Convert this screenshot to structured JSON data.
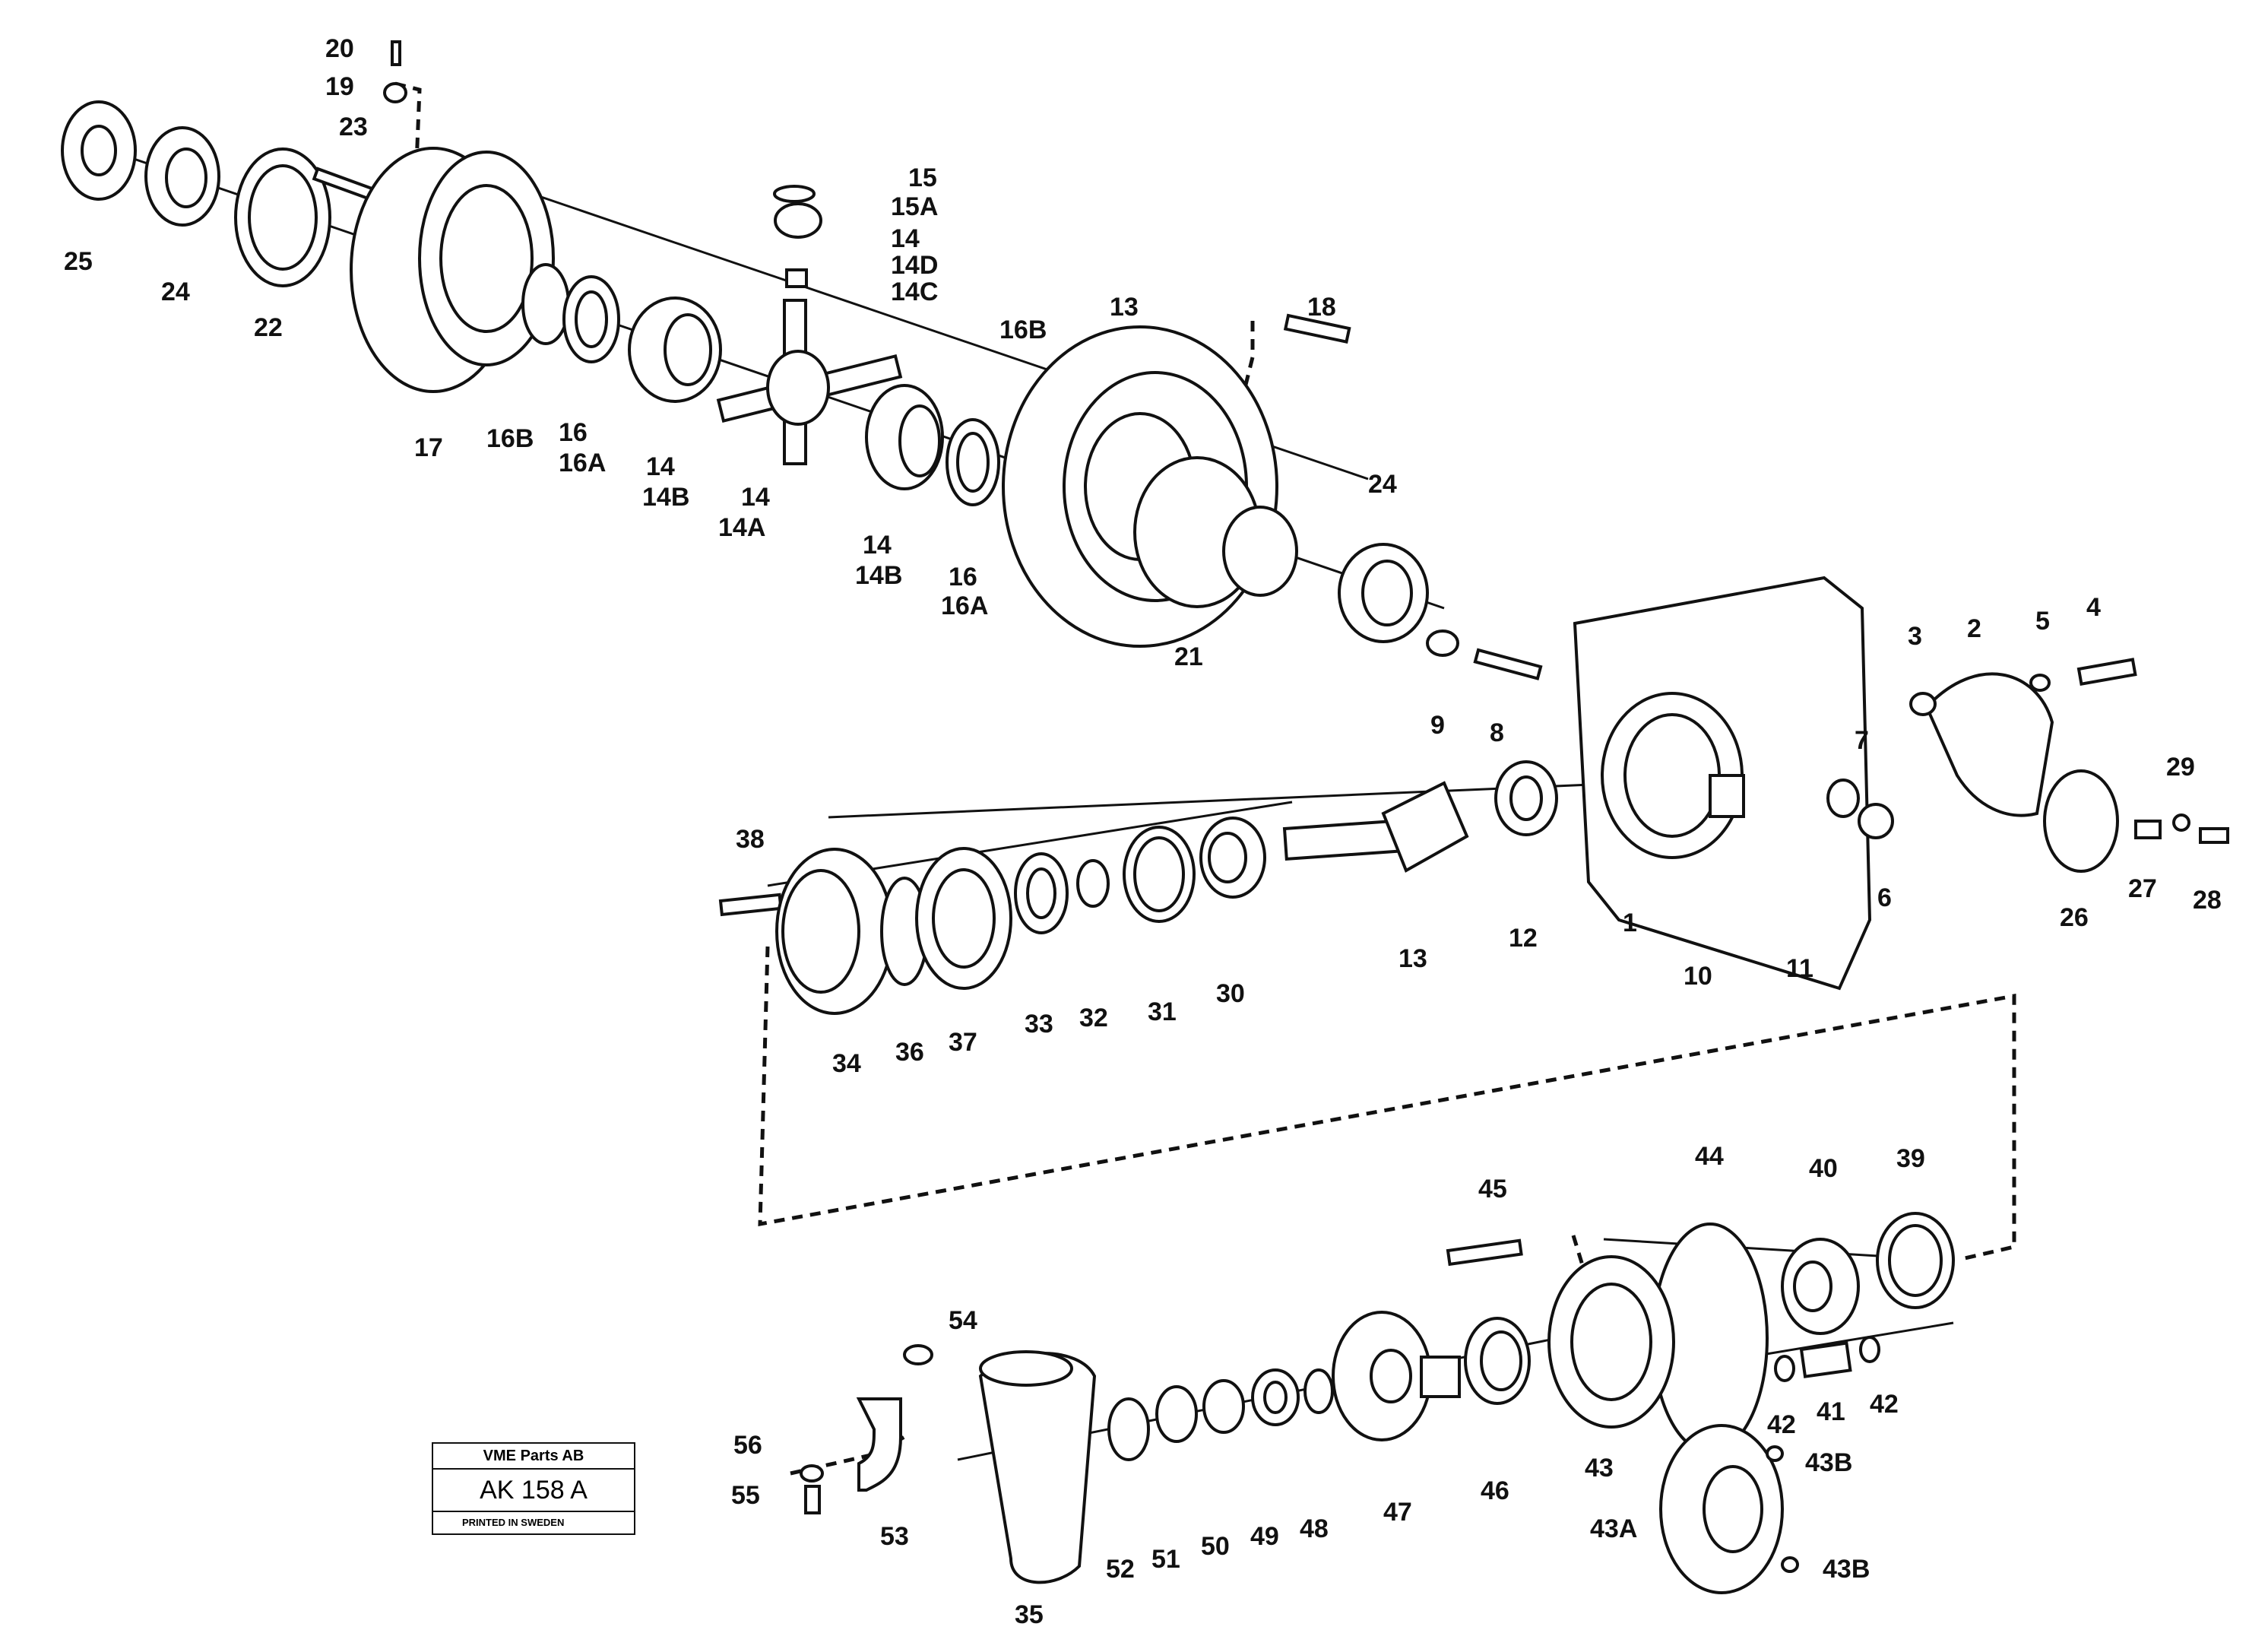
{
  "labels": [
    "20",
    "19",
    "23",
    "25",
    "24",
    "22",
    "17",
    "16B",
    "16",
    "16A",
    "14",
    "14B",
    "14",
    "14A",
    "15",
    "15A",
    "14",
    "14D",
    "14C",
    "14",
    "14B",
    "16",
    "16A",
    "16B",
    "13",
    "18",
    "21",
    "24",
    "9",
    "8",
    "3",
    "2",
    "5",
    "4",
    "7",
    "6",
    "29",
    "27",
    "28",
    "26",
    "1",
    "10",
    "11",
    "38",
    "34",
    "36",
    "37",
    "33",
    "32",
    "31",
    "30",
    "13",
    "12",
    "45",
    "44",
    "40",
    "39",
    "54",
    "56",
    "55",
    "53",
    "35",
    "52",
    "51",
    "50",
    "49",
    "48",
    "47",
    "46",
    "43",
    "42",
    "41",
    "42",
    "43B",
    "43A",
    "43B"
  ],
  "stamp": {
    "company": "VME Parts AB",
    "code": "AK 158 A",
    "printed": "PRINTED IN SWEDEN"
  }
}
